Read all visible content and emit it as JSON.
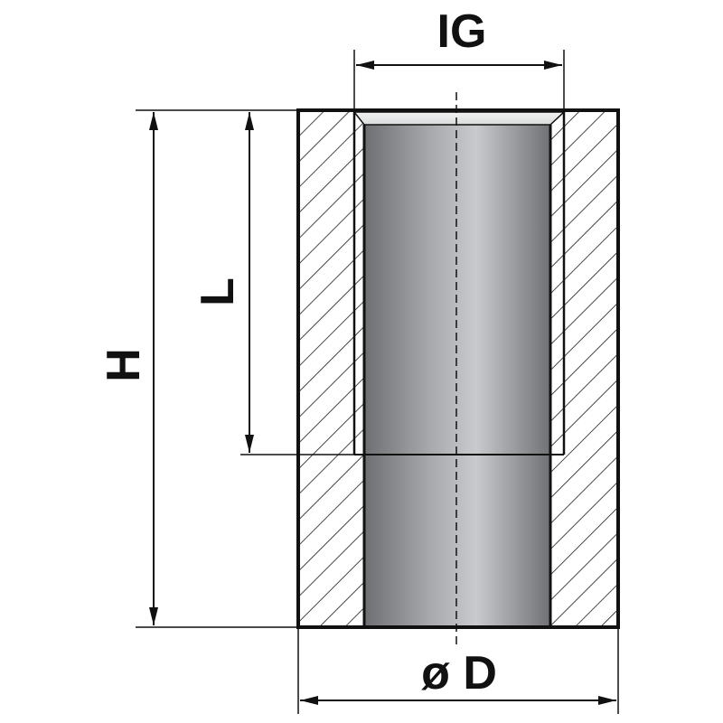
{
  "labels": {
    "inner_thread": "IG",
    "thread_length": "L",
    "height": "H",
    "outer_diameter": "ø D"
  },
  "colors": {
    "outline": "#111111",
    "hatch": "#1a1a1a",
    "bore_dark": "#6f7175",
    "bore_light": "#c9cbce",
    "background": "#ffffff"
  }
}
